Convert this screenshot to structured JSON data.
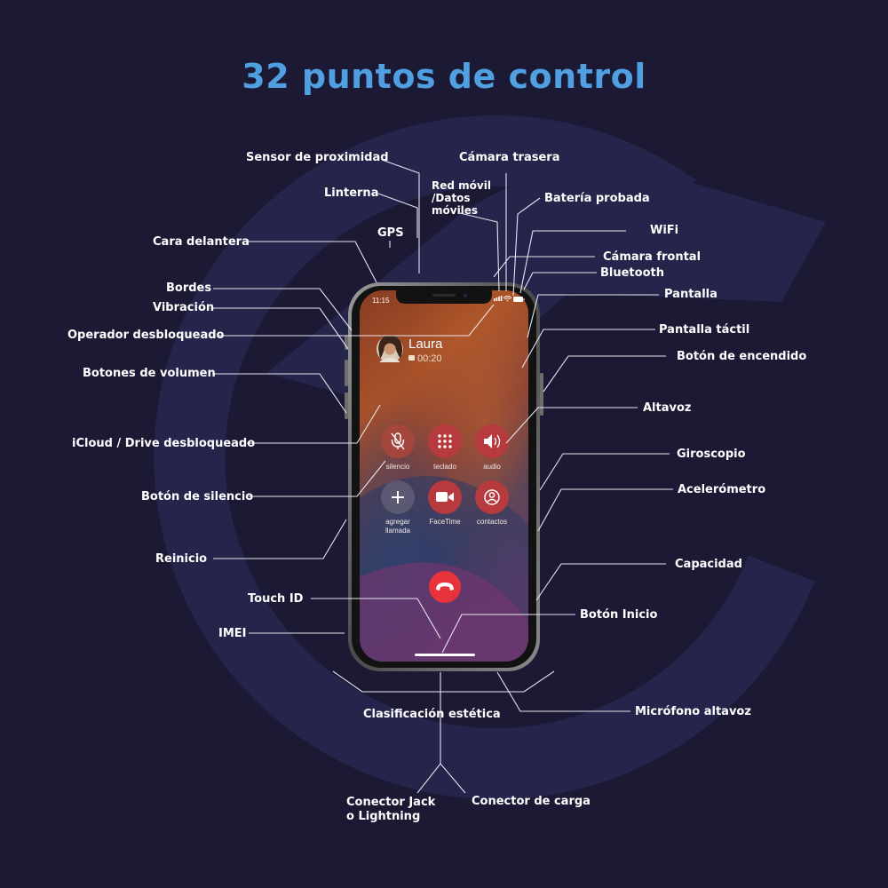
{
  "title": "32 puntos de control",
  "labels": {
    "sensor_proximidad": "Sensor de proximidad",
    "camara_trasera": "Cámara trasera",
    "red_movil": [
      "Red móvil",
      "/Datos",
      "móviles"
    ],
    "linterna": "Linterna",
    "bateria_probada": "Batería probada",
    "gps": "GPS",
    "wifi": "WiFi",
    "cara_delantera": "Cara delantera",
    "camara_frontal": "Cámara frontal",
    "bluetooth": "Bluetooth",
    "bordes": "Bordes",
    "pantalla": "Pantalla",
    "vibracion": "Vibración",
    "operador_desbloqueado": "Operador desbloqueado",
    "pantalla_tactil": "Pantalla táctil",
    "boton_encendido": "Botón de encendido",
    "botones_volumen": "Botones de volumen",
    "altavoz": "Altavoz",
    "icloud_drive": "iCloud / Drive desbloqueado",
    "giroscopio": "Giroscopio",
    "acelerometro": "Acelerómetro",
    "boton_silencio": "Botón de silencio",
    "reinicio": "Reinicio",
    "capacidad": "Capacidad",
    "touch_id": "Touch ID",
    "boton_inicio": "Botón Inicio",
    "imei": "IMEI",
    "clasificacion_estetica": "Clasificación estética",
    "microfono_altavoz": "Micrófono altavoz",
    "conector_jack": [
      "Conector Jack",
      "o Lightning"
    ],
    "conector_carga": "Conector de carga"
  },
  "phone": {
    "status_time": "11:15",
    "caller_name": "Laura",
    "call_duration": "00:20",
    "buttons": {
      "silencio": "silencio",
      "teclado": "teclado",
      "audio": "audio",
      "agregar": [
        "agregar",
        "llamada"
      ],
      "facetime": "FaceTime",
      "contactos": "contactos"
    }
  },
  "colors": {
    "background": "#1c1935",
    "title": "#4f9fe1",
    "end_call": "#e8323c",
    "call_button": "#b8333a"
  }
}
